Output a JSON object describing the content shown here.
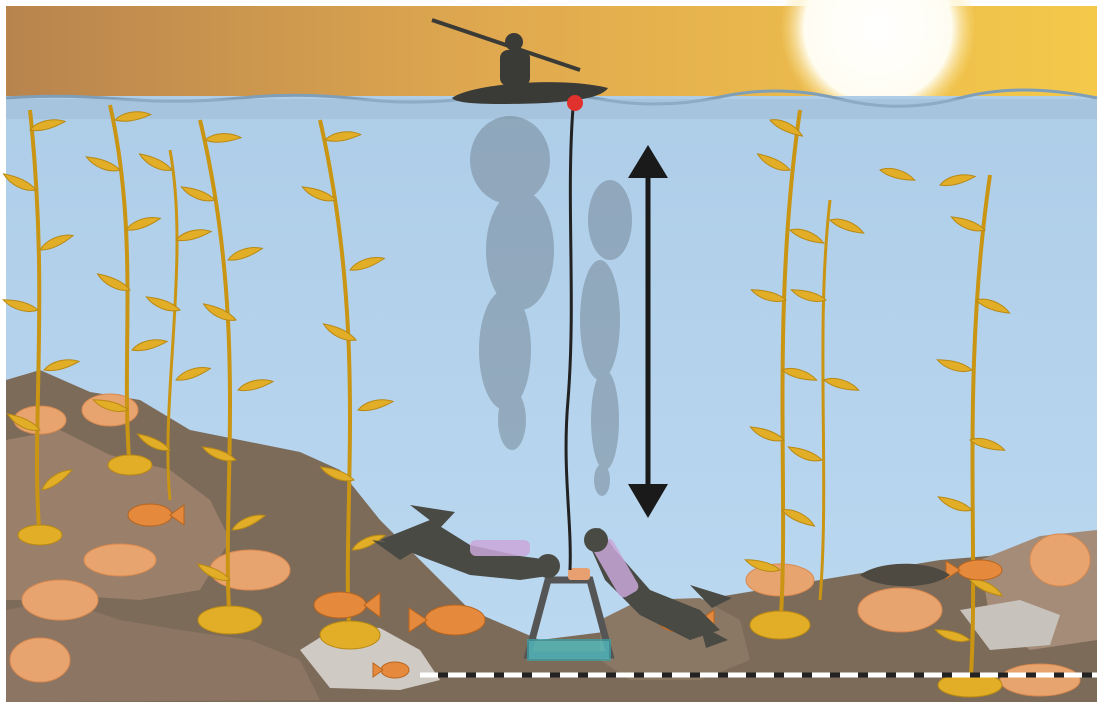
{
  "colors": {
    "sky_top": "#c98a4a",
    "sky_bottom": "#f2c14e",
    "sun": "#ffffff",
    "water": "#b7d6ee",
    "water_deep": "#9fc6e6",
    "seafloor": "#7b6a58",
    "rock": "#a98c74",
    "sand": "#c9c6c2",
    "kelp": "#e5b22a",
    "kelp_stem": "#c99512",
    "coral": "#e8a06a",
    "fish": "#e38a3a",
    "diver": "#4a4a45",
    "buoy": "#e0312c",
    "transect_dark": "#222222",
    "transect_light": "#ffffff"
  },
  "icons": {
    "kayaker": "kayaker-silhouette",
    "buoy": "red-buoy",
    "depth_arrow": "double-headed-arrow",
    "divers": "scuba-diver-silhouette",
    "frame": "sampling-frame"
  }
}
